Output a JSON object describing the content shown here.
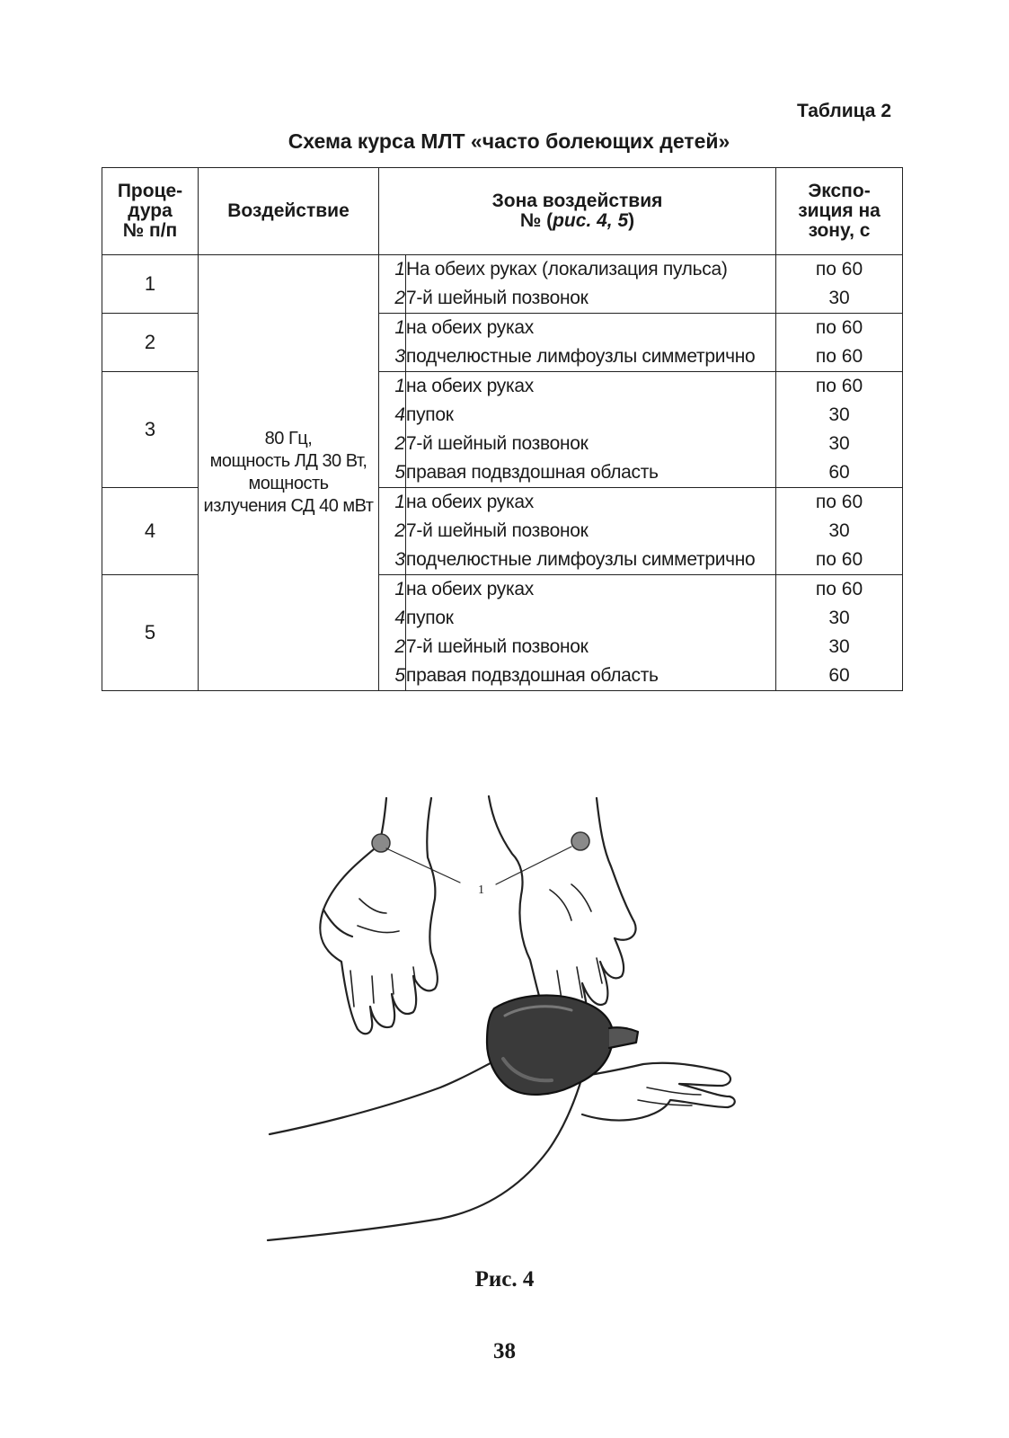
{
  "table_label": "Таблица 2",
  "table_title": "Схема курса МЛТ «часто болеющих детей»",
  "headers": {
    "procedure": [
      "Проце-",
      "дура",
      "№ п/п"
    ],
    "effect": "Воздействие",
    "zone_line1": "Зона воздействия",
    "zone_line2_prefix": "№ (",
    "zone_line2_ref": "рис. 4, 5",
    "zone_line2_suffix": ")",
    "exposure": [
      "Экспо-",
      "зиция на",
      "зону, с"
    ]
  },
  "effect_text": [
    "80 Гц,",
    "мощность ЛД 30 Вт,",
    "мощность",
    "излучения СД 40 мВт"
  ],
  "rows": [
    {
      "num": "1",
      "zones": [
        {
          "code": "1",
          "name": "На обеих руках (локализация пульса)",
          "exp": "по 60"
        },
        {
          "code": "2",
          "name": "7-й шейный позвонок",
          "exp": "30"
        }
      ]
    },
    {
      "num": "2",
      "zones": [
        {
          "code": "1",
          "name": "на обеих руках",
          "exp": "по 60"
        },
        {
          "code": "3",
          "name": "подчелюстные лимфоузлы симметрично",
          "exp": "по 60"
        }
      ]
    },
    {
      "num": "3",
      "zones": [
        {
          "code": "1",
          "name": "на обеих руках",
          "exp": "по 60"
        },
        {
          "code": "4",
          "name": "пупок",
          "exp": "30"
        },
        {
          "code": "2",
          "name": "7-й шейный позвонок",
          "exp": "30"
        },
        {
          "code": "5",
          "name": "правая подвздошная область",
          "exp": "60"
        }
      ]
    },
    {
      "num": "4",
      "zones": [
        {
          "code": "1",
          "name": "на обеих руках",
          "exp": "по 60"
        },
        {
          "code": "2",
          "name": "7-й шейный позвонок",
          "exp": "30"
        },
        {
          "code": "3",
          "name": "подчелюстные лимфоузлы симметрично",
          "exp": "по 60"
        }
      ]
    },
    {
      "num": "5",
      "zones": [
        {
          "code": "1",
          "name": "на обеих руках",
          "exp": "по 60"
        },
        {
          "code": "4",
          "name": "пупок",
          "exp": "30"
        },
        {
          "code": "2",
          "name": "7-й шейный позвонок",
          "exp": "30"
        },
        {
          "code": "5",
          "name": "правая подвздошная область",
          "exp": "60"
        }
      ]
    }
  ],
  "figure": {
    "callout": "1"
  },
  "figure_caption": "Рис. 4",
  "page_number": "38"
}
